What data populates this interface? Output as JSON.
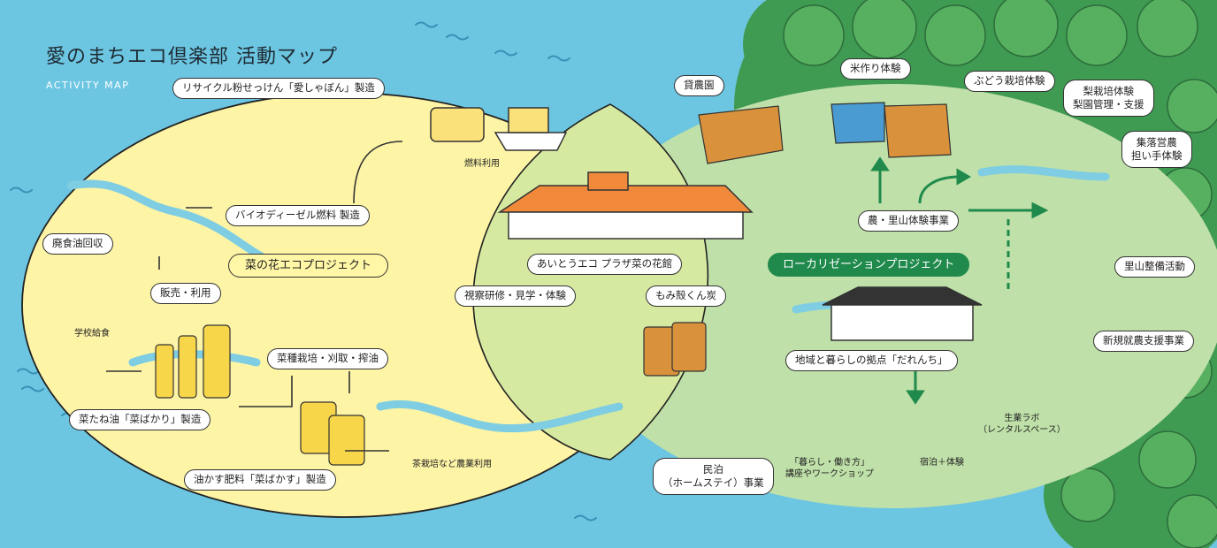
{
  "header": {
    "title": "愛のまちエコ倶楽部 活動マップ",
    "subtitle": "ACTIVITY MAP"
  },
  "colors": {
    "sea": "#6cc6e2",
    "yellow_field": "#fdf4a6",
    "green_field": "#bfe0a8",
    "center_field": "#d6e9a0",
    "forest": "#3f9a52",
    "accent_green": "#1f8a4c"
  },
  "rapeseed": {
    "project_label": "菜の花エコプロジェクト",
    "labels": {
      "soap": "リサイクル粉せっけん「愛しゃぼん」製造",
      "biodiesel": "バイオディーゼル燃料 製造",
      "fuel_use": "燃料利用",
      "oil_collection": "廃食油回収",
      "sales": "販売・利用",
      "school_lunch": "学校給食",
      "cultivation": "菜種栽培・刈取・搾油",
      "oil_product": "菜たね油「菜ばかり」製造",
      "fertilizer": "油かす肥料「菜ばかす」製造",
      "tea": "茶栽培など農業利用"
    }
  },
  "center": {
    "facility": "あいとうエコ プラザ菜の花館",
    "study_tour": "視察研修・見学・体験",
    "charcoal": "もみ殻くん炭"
  },
  "localization": {
    "project_label": "ローカリゼーションプロジェクト",
    "labels": {
      "rental_farm": "貸農園",
      "rice": "米作り体験",
      "grape": "ぶどう栽培体験",
      "pear": "梨栽培体験\n梨園管理・支援",
      "community_farm": "集落営農\n担い手体験",
      "satoyama_exp": "農・里山体験事業",
      "satoyama_maint": "里山整備活動",
      "new_farmer": "新規就農支援事業",
      "base": "地域と暮らしの拠点「だれんち」",
      "homestay": "民泊\n（ホームステイ）事業",
      "workshop": "「暮らし・働き方」\n講座やワークショップ",
      "lodging": "宿泊＋体験",
      "lab": "生業ラボ\n（レンタルスペース）"
    }
  }
}
